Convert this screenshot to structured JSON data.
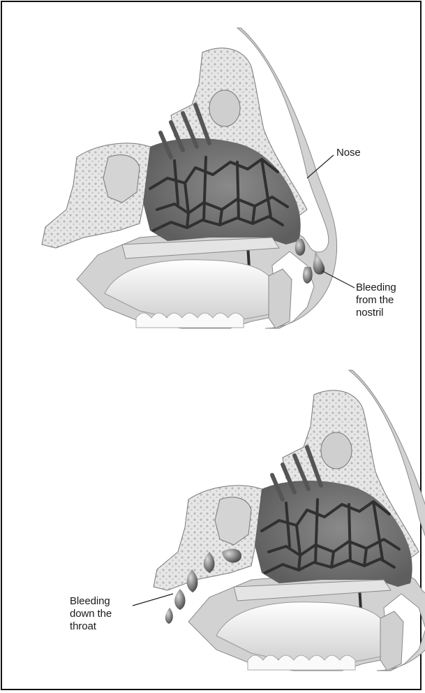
{
  "labels": {
    "nose": "Nose",
    "nostril": [
      "Bleeding",
      "from the",
      "nostril"
    ],
    "throat": [
      "Bleeding",
      "down the",
      "throat"
    ]
  },
  "colors": {
    "bone": "#e2e2e2",
    "bone_dots": "#b8b8b8",
    "cavity": "#7a7a7a",
    "vessels": "#3a3a3a",
    "skin": "#cfcfcf",
    "blood": "#6e6e6e",
    "frame": "#111111"
  }
}
